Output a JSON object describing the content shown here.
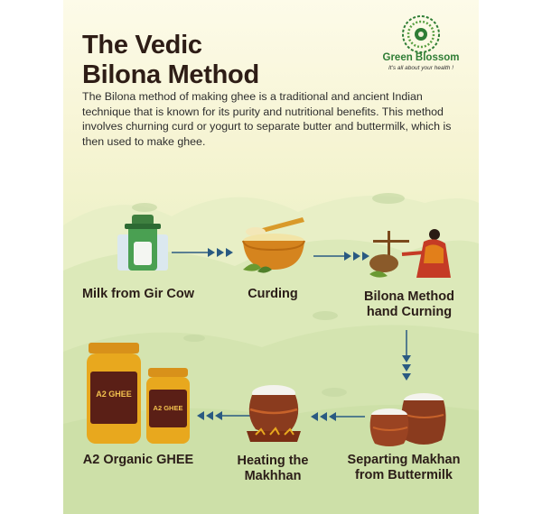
{
  "title": {
    "line1": "The Vedic",
    "line2": "Bilona Method"
  },
  "intro": "The Bilona method of making ghee is a traditional and ancient Indian technique that is known for its purity and nutritional benefits. This method involves churning curd or yogurt to separate butter and buttermilk, which is then used to make ghee.",
  "brand": {
    "name": "Green Blossom",
    "tagline": "It's all about your health !"
  },
  "steps": [
    {
      "label": "Milk from Gir Cow",
      "icon": "milk-cans-icon"
    },
    {
      "label": "Curding",
      "icon": "curd-bowl-icon"
    },
    {
      "label": "Bilona Method hand Curning",
      "icon": "churning-woman-icon"
    },
    {
      "label": "Separting Makhan from Buttermilk",
      "icon": "clay-pots-icon"
    },
    {
      "label": "Heating the Makhhan",
      "icon": "heating-pot-icon"
    },
    {
      "label": "A2 Organic GHEE",
      "icon": "ghee-jars-icon"
    }
  ],
  "jar": {
    "text": "A2 GHEE"
  },
  "colors": {
    "title": "#2e1d16",
    "brand_green": "#2f7d35",
    "arrow": "#2a5a82",
    "clay": "#8a3b1e",
    "ghee": "#e8a81e"
  }
}
